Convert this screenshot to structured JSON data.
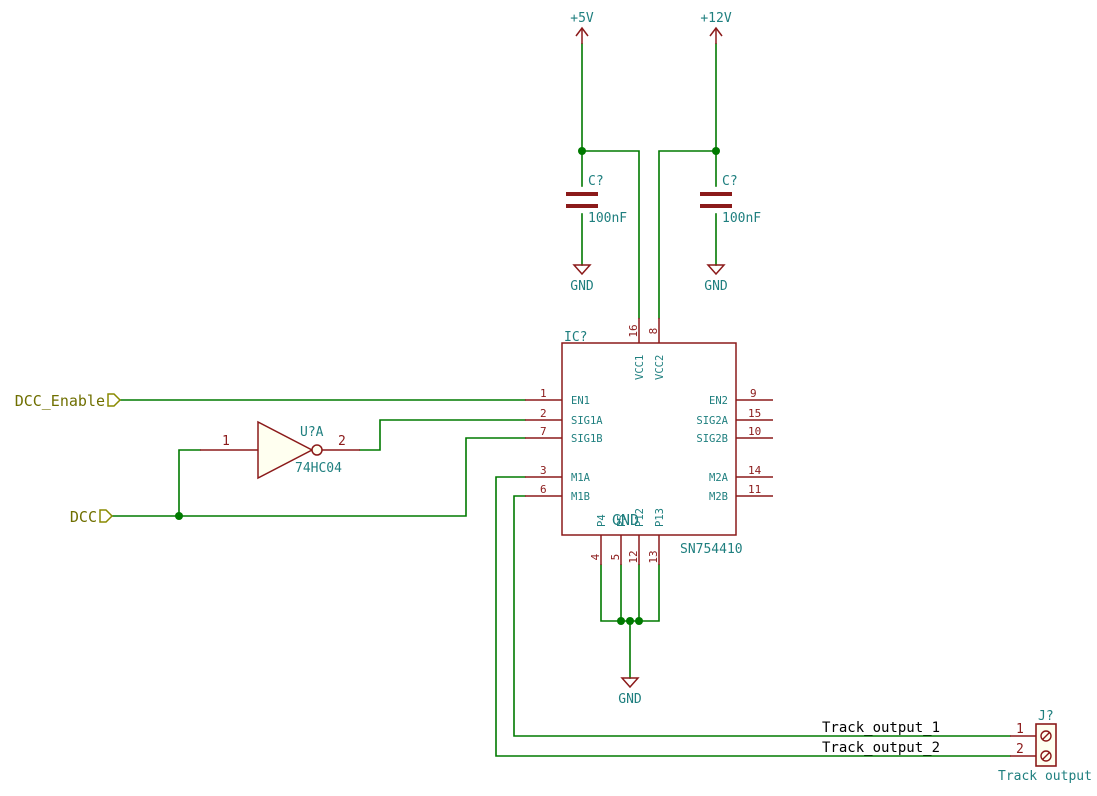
{
  "power": {
    "p5v": "+5V",
    "p12v": "+12V",
    "gnd": "GND"
  },
  "capacitors": [
    {
      "ref": "C?",
      "value": "100nF"
    },
    {
      "ref": "C?",
      "value": "100nF"
    }
  ],
  "inverter": {
    "ref": "U?A",
    "value": "74HC04",
    "pin_in": "1",
    "pin_out": "2"
  },
  "driver": {
    "ref": "IC?",
    "value": "SN754410",
    "top_pins": [
      {
        "num": "16",
        "name": "VCC1"
      },
      {
        "num": "8",
        "name": "VCC2"
      }
    ],
    "left_pins": [
      {
        "num": "1",
        "name": "EN1"
      },
      {
        "num": "2",
        "name": "SIG1A"
      },
      {
        "num": "7",
        "name": "SIG1B"
      },
      {
        "num": "3",
        "name": "M1A"
      },
      {
        "num": "6",
        "name": "M1B"
      }
    ],
    "right_pins": [
      {
        "num": "9",
        "name": "EN2"
      },
      {
        "num": "15",
        "name": "SIG2A"
      },
      {
        "num": "10",
        "name": "SIG2B"
      },
      {
        "num": "14",
        "name": "M2A"
      },
      {
        "num": "11",
        "name": "M2B"
      }
    ],
    "bottom_pins": [
      {
        "num": "4",
        "name": "P4"
      },
      {
        "num": "5",
        "name": "P5"
      },
      {
        "num": "12",
        "name": "P12"
      },
      {
        "num": "13",
        "name": "P13"
      }
    ],
    "gnd_label": "GND"
  },
  "ports": {
    "dcc_enable": "DCC_Enable",
    "dcc": "DCC"
  },
  "nets": {
    "track1": "Track_output_1",
    "track2": "Track_output_2"
  },
  "connector": {
    "ref": "J?",
    "value": "Track output",
    "pin1": "1",
    "pin2": "2"
  }
}
